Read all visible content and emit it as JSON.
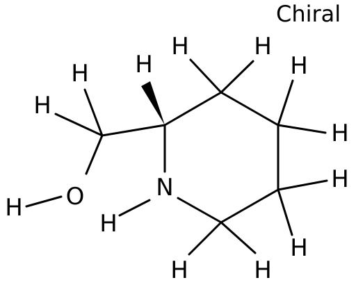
{
  "chiral_flag": "Chiral",
  "atoms": {
    "oxygen": "O",
    "nitrogen": "N",
    "h_hydroxyl": "H",
    "h_amine": "H",
    "h_ch2_a": "H",
    "h_ch2_b": "H",
    "h_stereo": "H",
    "h_c3_a": "H",
    "h_c3_b": "H",
    "h_c4_a": "H",
    "h_c4_b": "H",
    "h_c5_a": "H",
    "h_c5_b": "H",
    "h_c6_a": "H",
    "h_c6_b": "H"
  }
}
